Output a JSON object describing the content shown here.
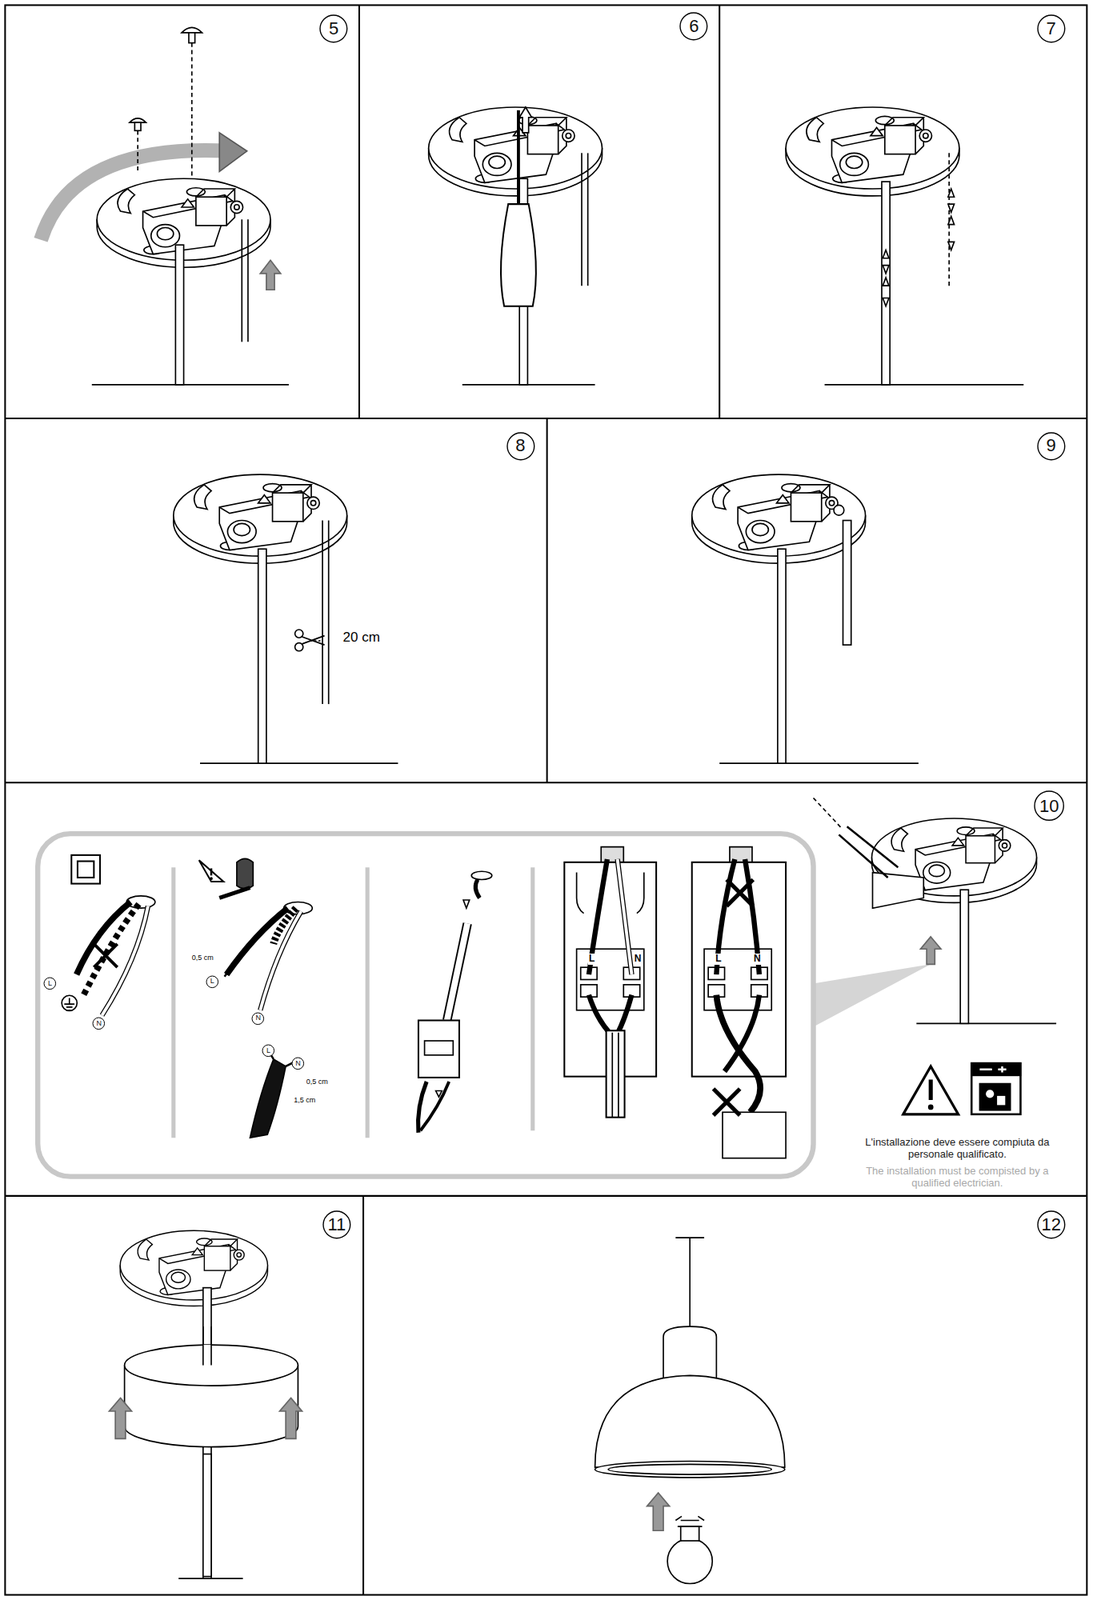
{
  "diagram": {
    "nodes": [
      {
        "text": [
          "5"
        ]
      },
      {
        "text": [
          "6"
        ]
      },
      {
        "text": [
          "7"
        ]
      },
      {
        "text": [
          "8"
        ]
      },
      {
        "text": [
          "9"
        ]
      },
      {
        "text": [
          "10"
        ]
      },
      {
        "text": [
          "L"
        ]
      },
      {
        "text": [
          "N"
        ]
      },
      {
        "text": [
          "L"
        ]
      },
      {
        "text": [
          "N"
        ]
      },
      {
        "text": [
          "L"
        ]
      },
      {
        "text": [
          "N"
        ]
      },
      {
        "text": [
          "11"
        ]
      },
      {
        "text": [
          "12"
        ]
      }
    ],
    "labels": [
      "20 cm",
      "0,5 cm",
      "0,5 cm",
      "1,5 cm",
      "L",
      "N",
      "L",
      "N",
      "L'installazione deve essere compiuta da personale qualificato.",
      "The installation must be compisted by a qualified electrician."
    ]
  }
}
